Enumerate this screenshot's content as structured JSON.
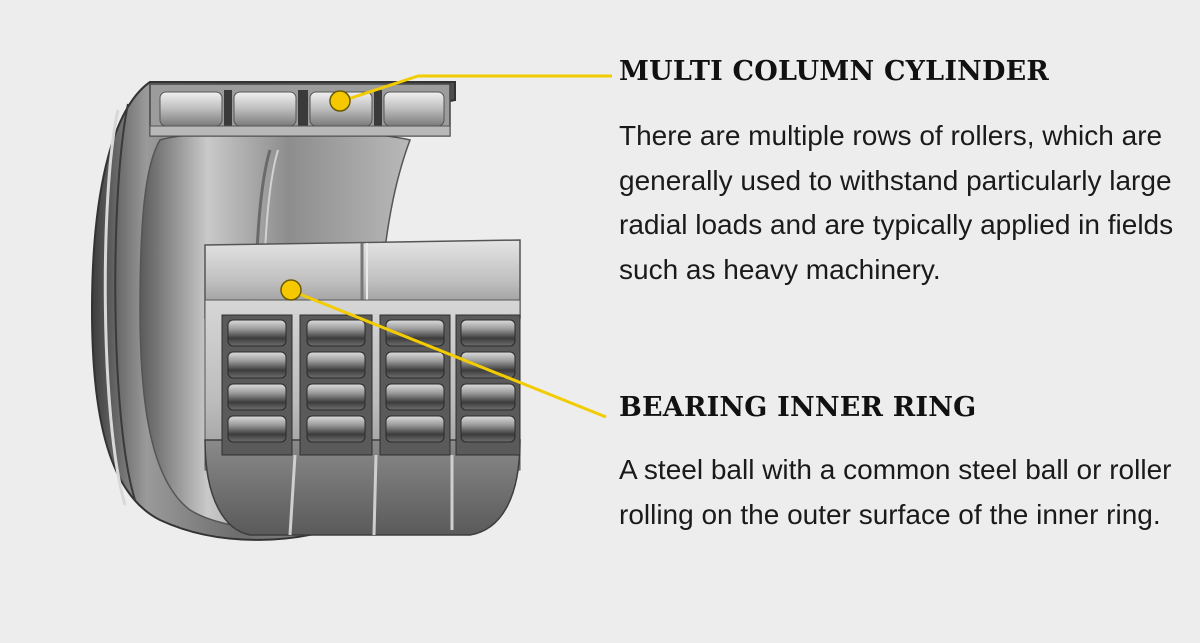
{
  "callouts": [
    {
      "heading": "MULTI COLUMN CYLINDER",
      "body": "There are multiple rows of rollers, which are generally used to withstand particularly large radial loads and are typically applied in fields such as heavy machinery."
    },
    {
      "heading": "BEARING INNER RING",
      "body": "A steel ball with a common steel ball or roller rolling on the outer surface of the inner ring."
    }
  ],
  "colors": {
    "background": "#ededed",
    "marker": "#f5c800",
    "marker_outline": "#6b5a00",
    "leader_line": "#f2cc00",
    "heading_text": "#111111",
    "body_text": "#1a1a1a"
  }
}
